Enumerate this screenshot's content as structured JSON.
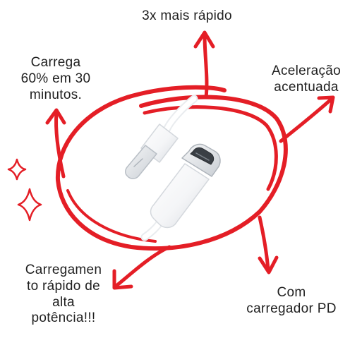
{
  "colors": {
    "accent_red": "#e41e26",
    "text": "#1f1f1f",
    "cable_white": "#ffffff",
    "cable_shadow": "#d9dde2"
  },
  "labels": {
    "top": "3x mais rápido",
    "left": "Carrega\n60% em 30\nminutos.",
    "right": "Aceleração\nacentuada",
    "bottom_left": "Carregamen\nto rápido de\nalta\npotência!!!",
    "bottom_right": "Com\ncarregador PD"
  },
  "icons": {
    "sparkle_small": "sparkle-icon",
    "sparkle_large": "sparkle-icon",
    "cable": "usb-c-to-lightning-cable-icon"
  }
}
